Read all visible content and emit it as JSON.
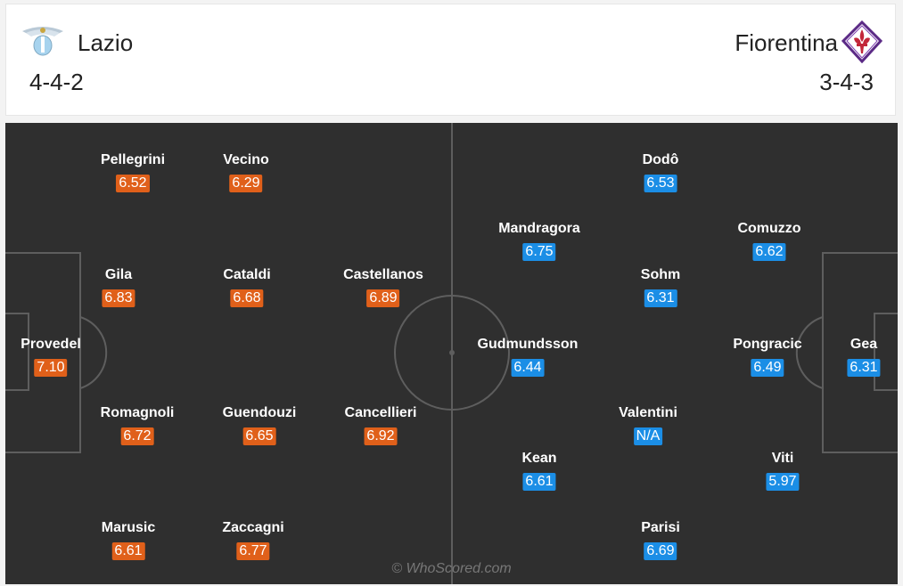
{
  "home": {
    "name": "Lazio",
    "formation": "4-4-2",
    "color": "#e0601a",
    "logo_icon": "eagle-crest-icon",
    "players": [
      {
        "name": "Pellegrini",
        "rating": "6.52"
      },
      {
        "name": "Vecino",
        "rating": "6.29"
      },
      {
        "name": "Gila",
        "rating": "6.83"
      },
      {
        "name": "Cataldi",
        "rating": "6.68"
      },
      {
        "name": "Castellanos",
        "rating": "6.89"
      },
      {
        "name": "Provedel",
        "rating": "7.10"
      },
      {
        "name": "Romagnoli",
        "rating": "6.72"
      },
      {
        "name": "Guendouzi",
        "rating": "6.65"
      },
      {
        "name": "Cancellieri",
        "rating": "6.92"
      },
      {
        "name": "Marusic",
        "rating": "6.61"
      },
      {
        "name": "Zaccagni",
        "rating": "6.77"
      }
    ]
  },
  "away": {
    "name": "Fiorentina",
    "formation": "3-4-3",
    "color": "#1b8ee6",
    "logo_icon": "fleur-de-lis-crest-icon",
    "players": [
      {
        "name": "Dodô",
        "rating": "6.53"
      },
      {
        "name": "Mandragora",
        "rating": "6.75"
      },
      {
        "name": "Comuzzo",
        "rating": "6.62"
      },
      {
        "name": "Sohm",
        "rating": "6.31"
      },
      {
        "name": "Gudmundsson",
        "rating": "6.44"
      },
      {
        "name": "Pongracic",
        "rating": "6.49"
      },
      {
        "name": "Gea",
        "rating": "6.31"
      },
      {
        "name": "Valentini",
        "rating": "N/A"
      },
      {
        "name": "Kean",
        "rating": "6.61"
      },
      {
        "name": "Viti",
        "rating": "5.97"
      },
      {
        "name": "Parisi",
        "rating": "6.69"
      }
    ]
  },
  "watermark": "© WhoScored.com"
}
